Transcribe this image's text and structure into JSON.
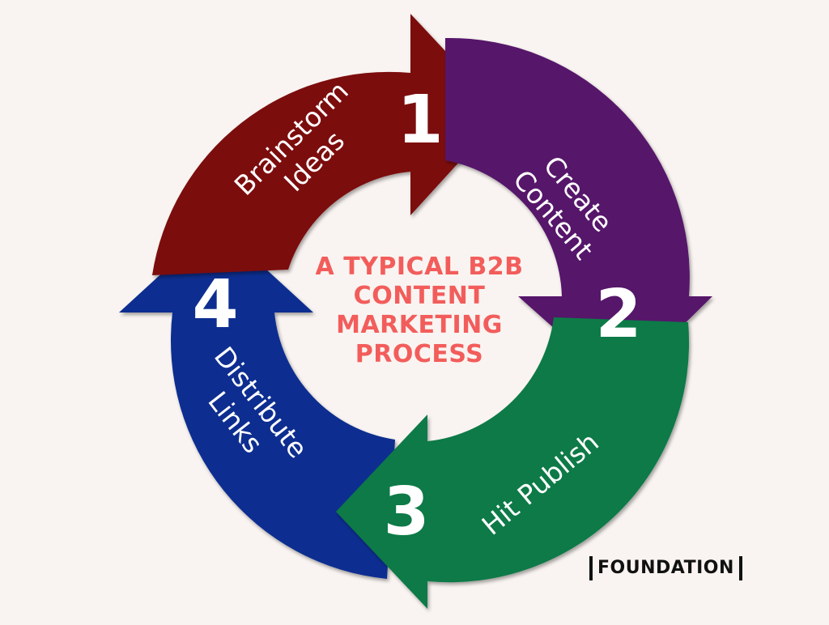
{
  "title_lines": [
    "A TYPICAL B2B",
    "CONTENT",
    "MARKETING",
    "PROCESS"
  ],
  "brand": "FOUNDATION",
  "steps": [
    {
      "number": "1",
      "label_lines": [
        "Brainstorm",
        "Ideas"
      ],
      "color": "#7c0a0a"
    },
    {
      "number": "2",
      "label_lines": [
        "Create",
        "Content"
      ],
      "color": "#56196b"
    },
    {
      "number": "3",
      "label_lines": [
        "Hit Publish"
      ],
      "color": "#0b7a47"
    },
    {
      "number": "4",
      "label_lines": [
        "Distribute",
        "Links"
      ],
      "color": "#0b2f90"
    }
  ],
  "background_color": "#f9f4f1",
  "title_color": "#f25d5b"
}
